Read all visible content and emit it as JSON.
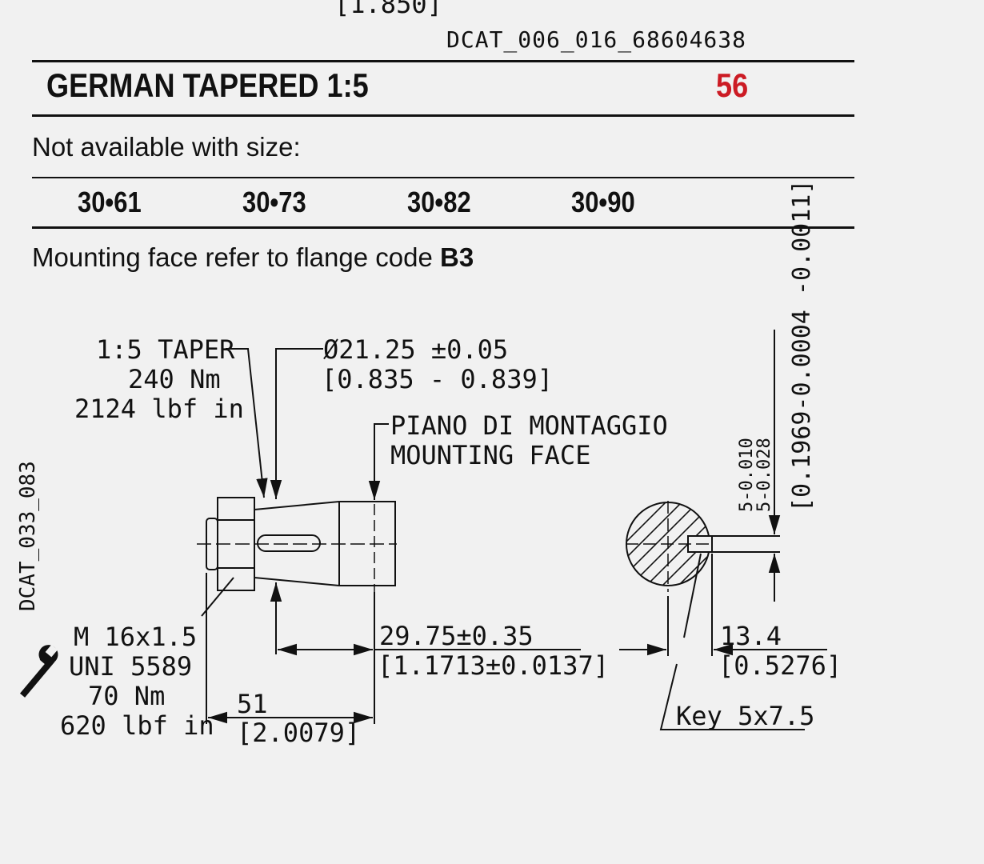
{
  "header": {
    "top_dimension": "[1.850]",
    "catalog_ref": "DCAT_006_016_68604638"
  },
  "section": {
    "title": "GERMAN TAPERED 1:5",
    "code": "56",
    "code_color": "#cc1b24"
  },
  "availability": {
    "label": "Not available with size:",
    "sizes": [
      "30•61",
      "30•73",
      "30•82",
      "30•90"
    ]
  },
  "mounting": {
    "label": "Mounting face refer to flange code ",
    "code": "B3"
  },
  "drawing": {
    "side_ref": "DCAT_033_083",
    "taper": [
      "1:5 TAPER",
      "240 Nm",
      "2124 lbf in"
    ],
    "diameter": [
      "Ø21.25 ±0.05",
      "[0.835 - 0.839]"
    ],
    "face": [
      "PIANO DI MONTAGGIO",
      "MOUNTING FACE"
    ],
    "nut": [
      "M 16x1.5",
      "UNI 5589",
      "70 Nm",
      "620 lbf in"
    ],
    "dim_51": [
      "51",
      "[2.0079]"
    ],
    "dim_2975": [
      "29.75±0.35",
      "[1.1713±0.0137]"
    ],
    "dim_134": [
      "13.4",
      "[0.5276]"
    ],
    "key": "Key 5x7.5",
    "key_width": "5-0.010 5-0.028",
    "key_width_lines": [
      "5-0.010",
      "5-0.028"
    ],
    "inch_width": "[0.1969-0.0004 -0.0011]",
    "wrench_icon": "wrench-icon"
  }
}
